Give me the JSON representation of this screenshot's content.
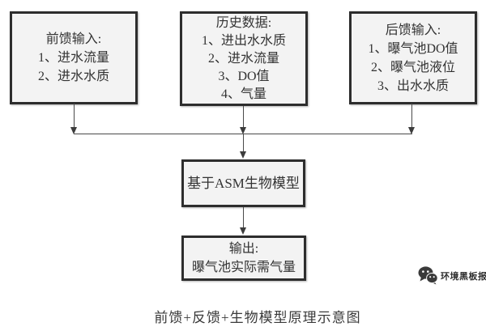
{
  "boxes": {
    "feedforward": {
      "title": "前馈输入:",
      "items": [
        "1、进水流量",
        "2、进水水质"
      ]
    },
    "history": {
      "title": "历史数据:",
      "items": [
        "1、进出水水质",
        "2、进水流量",
        "3、DO值",
        "4、气量"
      ]
    },
    "feedback": {
      "title": "后馈输入:",
      "items": [
        "1、曝气池DO值",
        "2、曝气池液位",
        "3、出水水质"
      ]
    },
    "model": {
      "label": "基于ASM生物模型"
    },
    "output": {
      "title": "输出:",
      "value": "曝气池实际需气量"
    }
  },
  "watermark": {
    "icon": "wechat-chat-bubbles-icon",
    "text": "环境黑板报"
  },
  "caption": "前馈+反馈+生物模型原理示意图",
  "colors": {
    "background": "#ffffff",
    "box_fill": "#f3f3f3",
    "box_border": "#2d2d2d",
    "connector": "#4a4a4a",
    "text": "#333333",
    "watermark_text": "#2f2f2f"
  }
}
